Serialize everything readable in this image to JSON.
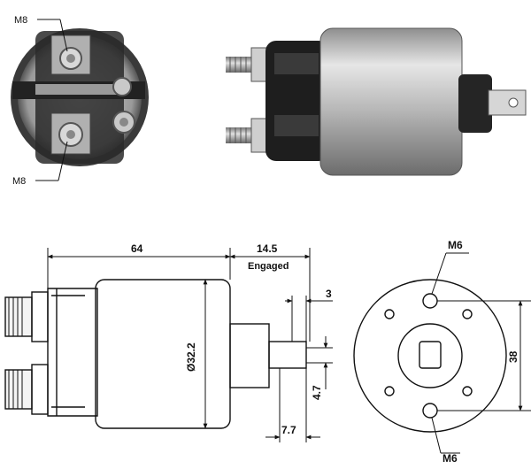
{
  "photo_labels": {
    "top_thread": "M8",
    "bottom_thread": "M8"
  },
  "drawing_labels": {
    "body_length": "64",
    "travel": "14.5",
    "travel_note": "Engaged",
    "plunger_slot": "3",
    "diameter": "Ø32.2",
    "slot_offset": "4.7",
    "plunger_length": "7.7",
    "top_thread": "M6",
    "bottom_thread": "M6",
    "hole_spacing": "38"
  }
}
